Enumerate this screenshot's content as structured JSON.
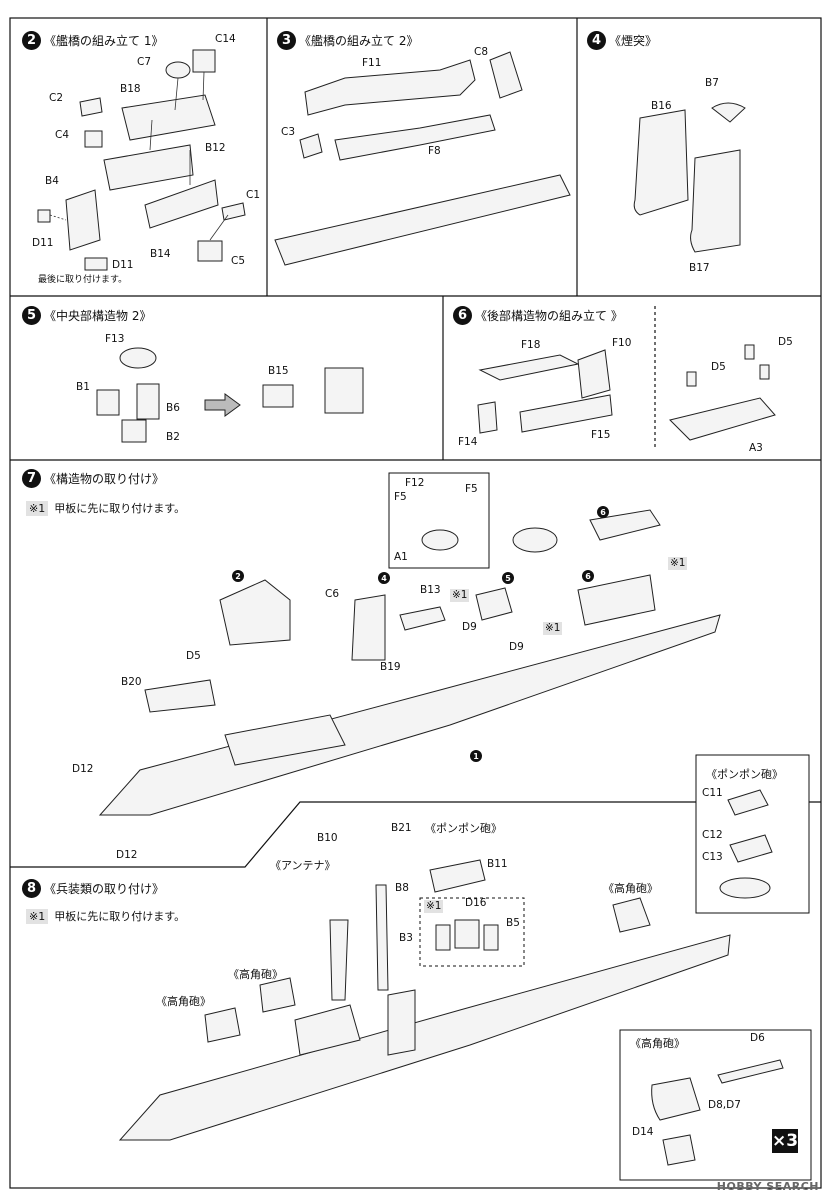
{
  "sections": {
    "s2": {
      "num": "2",
      "title": "《艦橋の組み立て 1》",
      "note": "最後に取り付けます。"
    },
    "s3": {
      "num": "3",
      "title": "《艦橋の組み立て 2》"
    },
    "s4": {
      "num": "4",
      "title": "《煙突》"
    },
    "s5": {
      "num": "5",
      "title": "《中央部構造物 2》"
    },
    "s6": {
      "num": "6",
      "title": "《後部構造物の組み立て 》"
    },
    "s7": {
      "num": "7",
      "title": "《構造物の取り付け》",
      "mark": "※1",
      "note": "甲板に先に取り付けます。"
    },
    "s8": {
      "num": "8",
      "title": "《兵装類の取り付け》",
      "mark": "※1",
      "note": "甲板に先に取り付けます。"
    }
  },
  "captions": {
    "pompom": "《ポンポン砲》",
    "pompom_detail": "《ポンポン砲》",
    "antenna": "《アンテナ》",
    "hag1": "《高角砲》",
    "hag2": "《高角砲》",
    "hag3": "《高角砲》",
    "hag_detail": "《高角砲》"
  },
  "mini_refs": {
    "r2": "2",
    "r4": "4",
    "r5": "5",
    "r6a": "6",
    "r6b": "6",
    "r1": "1"
  },
  "marks": {
    "m1": "※1",
    "m2": "※1",
    "m3": "※1",
    "m4": "※1"
  },
  "multiplier": "×3",
  "watermark": "HOBBY SEARCH",
  "parts": {
    "s2": [
      "C14",
      "C7",
      "B18",
      "C2",
      "C4",
      "B12",
      "B4",
      "C1",
      "D11",
      "B14",
      "D11",
      "C5"
    ],
    "s3": [
      "F11",
      "C8",
      "C3",
      "F8"
    ],
    "s4": [
      "B7",
      "B16",
      "B17"
    ],
    "s5": [
      "F13",
      "B1",
      "B6",
      "B2",
      "B15"
    ],
    "s6": [
      "F18",
      "F10",
      "D5",
      "D5",
      "F14",
      "F15",
      "A3"
    ],
    "s7": [
      "F12",
      "F5",
      "F5",
      "A1",
      "C6",
      "B13",
      "D9",
      "D9",
      "D5",
      "B19",
      "B20",
      "D12",
      "D12"
    ],
    "s7_detail": [
      "C11",
      "C12",
      "C13"
    ],
    "s8": [
      "B21",
      "B10",
      "B11",
      "B8",
      "D16",
      "B3",
      "B5"
    ],
    "s8_detail": [
      "D6",
      "D8,D7",
      "D14"
    ]
  }
}
